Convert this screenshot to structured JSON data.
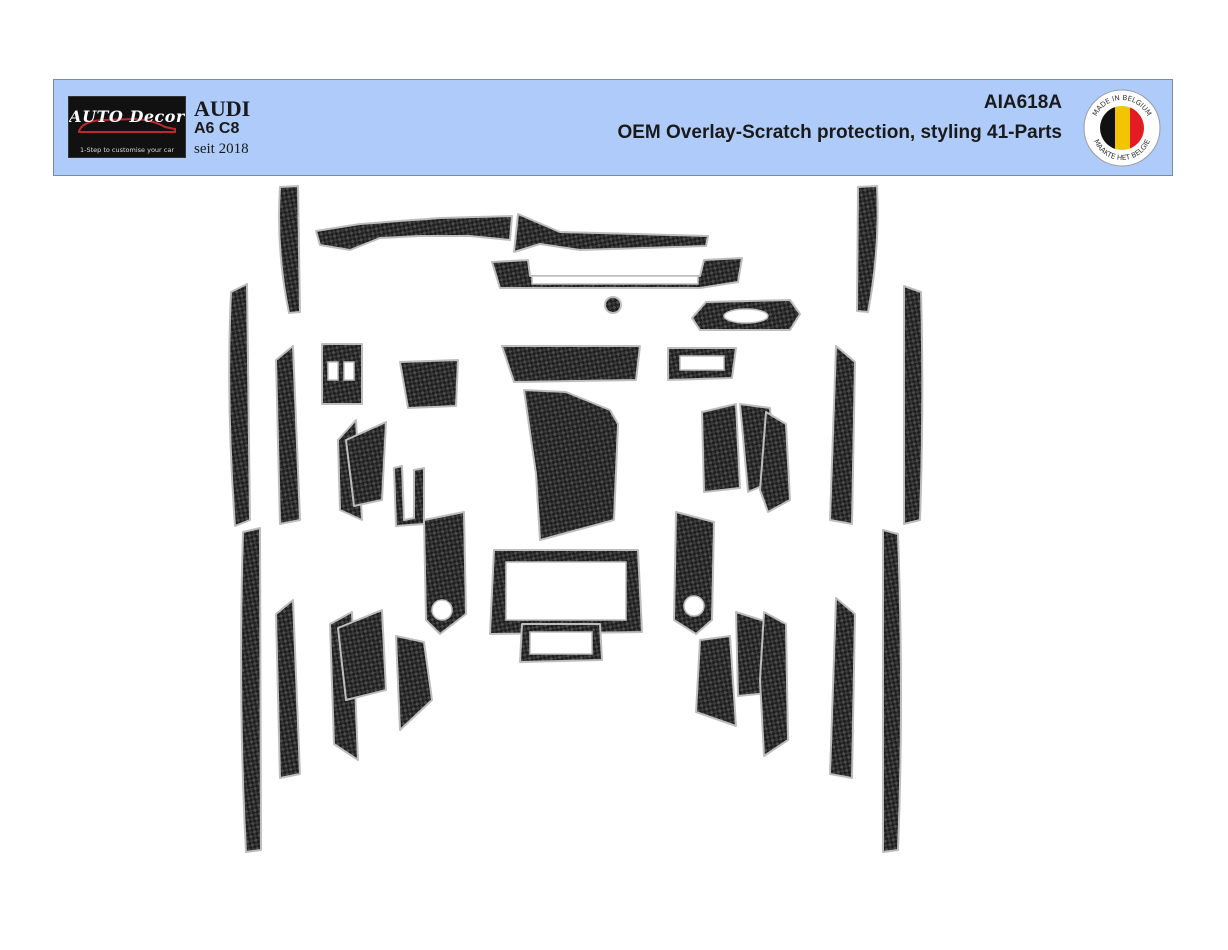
{
  "logo": {
    "word": "AUTO Decor",
    "tagline": "1-Step to customise your car"
  },
  "vehicle": {
    "brand": "AUDI",
    "model": "A6 C8",
    "since": "seit 2018"
  },
  "product": {
    "code": "AIA618A",
    "description": "OEM Overlay-Scratch protection, styling 41-Parts"
  },
  "badge": {
    "top_text": "MADE IN BELGIUM",
    "bottom_text": "MAAKTE HET BELGIE",
    "flag_colors": [
      "#111111",
      "#f2c500",
      "#e31b23"
    ]
  },
  "colors": {
    "header_bg": "#aecbfa",
    "carbon": "#2a2a2a",
    "trim": "#bfbfbf"
  }
}
